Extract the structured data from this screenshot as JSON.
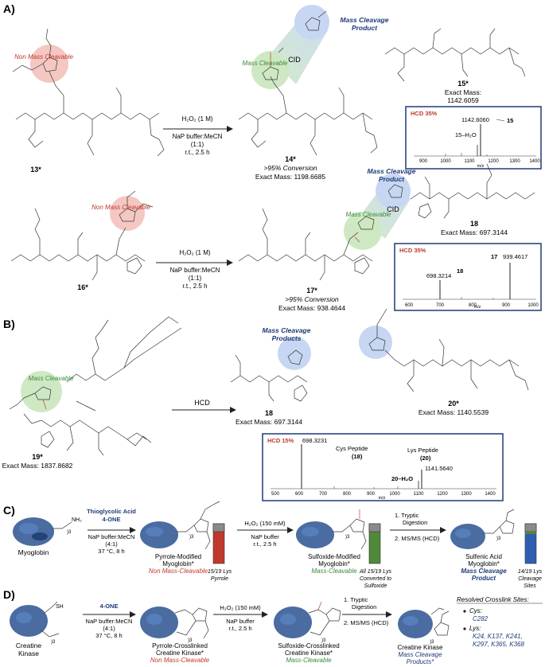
{
  "panels": {
    "A": {
      "label": "A)",
      "row1": {
        "left_tag": "Non Mass Cleavable",
        "left_id": "13*",
        "reagent1": "H₂O₂ (1 M)",
        "reagent2": "NaP buffer:MeCN",
        "reagent3": "(1:1)",
        "reagent4": "r.t., 2.5 h",
        "mid_tag": "Mass Cleavable",
        "cid": "CID",
        "prod_tag1": "Mass Cleavage",
        "prod_tag2": "Product",
        "mid_id": "14*",
        "mid_conv": ">95% Conversion",
        "mid_mass": "Exact Mass: 1198.6685",
        "right_id": "15*",
        "right_mass1": "Exact Mass:",
        "right_mass2": "1142.6059",
        "spectrum": {
          "title": "HCD 35%",
          "peak_label": "1142.6060",
          "peak_id": "15",
          "peak2_label": "15–H₂O",
          "xlabel": "m/z",
          "ticks": [
            "900",
            "1000",
            "1100",
            "1200",
            "1300",
            "1400"
          ]
        }
      },
      "row2": {
        "left_tag": "Non Mass Cleavable",
        "left_id": "16*",
        "reagent1": "H₂O₂ (1 M)",
        "reagent2": "NaP buffer:MeCN",
        "reagent3": "(1:1)",
        "reagent4": "r.t., 2.5 h",
        "mid_tag": "Mass Cleavable",
        "cid": "CID",
        "prod_tag1": "Mass Cleavage",
        "prod_tag2": "Product",
        "mid_id": "17*",
        "mid_conv": ">95% Conversion",
        "mid_mass": "Exact Mass: 938.4644",
        "right_id": "18",
        "right_mass": "Exact Mass: 697.3144",
        "spectrum": {
          "title": "HCD 35%",
          "peak_label": "939.4617",
          "peak_id": "17",
          "peak2_label": "698.3214",
          "peak2_id": "18",
          "xlabel": "m/z",
          "ticks": [
            "600",
            "700",
            "800",
            "900",
            "1000"
          ]
        }
      }
    },
    "B": {
      "label": "B)",
      "tag": "Mass Cleavable",
      "id": "19*",
      "mass": "Exact Mass: 1837.8682",
      "arrow": "HCD",
      "prod_tag1": "Mass Cleavage",
      "prod_tag2": "Products",
      "p1_id": "18",
      "p1_mass": "Exact Mass: 697.3144",
      "p2_id": "20*",
      "p2_mass": "Exact Mass: 1140.5539",
      "spectrum": {
        "title": "HCD 15%",
        "peak1": "698.3231",
        "peak1_lbl": "Cys Peptide",
        "peak1_id": "(18)",
        "peak2_lbl": "Lys Peptide",
        "peak2_id": "(20)",
        "peak2": "1141.5640",
        "peak3": "20–H₂O",
        "xlabel": "m/z",
        "ticks": [
          "500",
          "600",
          "700",
          "800",
          "900",
          "1000",
          "1100",
          "1200",
          "1300",
          "1400"
        ]
      }
    },
    "C": {
      "label": "C)",
      "start": "Myoglobin",
      "reagent_top1": "Thioglycolic Acid",
      "reagent_top2": "4-ONE",
      "reagent2": "NaP buffer:MeCN",
      "reagent3": "(4:1)",
      "reagent4": "37 °C, 8 h",
      "p1_name": "Pyrrole-Modified",
      "p1_name2": "Myoglobin*",
      "p1_tag": "Non Mass-Cleavable",
      "bar1_cap1": "15/19 Lys",
      "bar1_cap2": "Pyrrole",
      "ox1": "H₂O₂ (150 mM)",
      "ox2": "NaP buffer",
      "ox3": "r.t., 2.5 h",
      "p2_name": "Sulfoxide-Modified",
      "p2_name2": "Myoglobin*",
      "p2_tag": "Mass-Cleavable",
      "bar2_cap1": "All 15/19 Lys",
      "bar2_cap2": "Converted to",
      "bar2_cap3": "Sulfoxide",
      "step1": "1.  Tryptic",
      "step1b": "Digestion",
      "step2": "2.  MS/MS (HCD)",
      "p3_name": "Sulfenic Acid",
      "p3_name2": "Myoglobin*",
      "p3_tag1": "Mass Cleavage",
      "p3_tag2": "Product",
      "bar3_cap1": "14/19 Lys",
      "bar3_cap2": "Cleavage",
      "bar3_cap3": "Sites",
      "sub3": ")3",
      "nh2": "NH₂"
    },
    "D": {
      "label": "D)",
      "start1": "Creatine",
      "start2": "Kinase",
      "reagent_top": "4-ONE",
      "reagent2": "NaP buffer:MeCN",
      "reagent3": "(4:1)",
      "reagent4": "37 °C, 8 h",
      "p1_name": "Pyrrole-Crosslinked",
      "p1_name2": "Creatine Kinase*",
      "p1_tag": "Non Mass-Cleavable",
      "ox1": "H₂O₂ (150 mM)",
      "ox2": "NaP buffer",
      "ox3": "r.t., 2.5 h",
      "p2_name": "Sulfoxide-Crosslinked",
      "p2_name2": "Creatine Kinase*",
      "p2_tag": "Mass-Cleavable",
      "step1": "1.  Tryptic",
      "step1b": "Digestion",
      "step2": "2.  MS/MS (HCD)",
      "p3_name": "Creatine Kinase",
      "p3_tag1": "Mass Cleavage",
      "p3_tag2": "Products*",
      "sites_title": "Resolved Crosslink Sites:",
      "cys_label": "Cys:",
      "cys_sites": "C282",
      "lys_label": "Lys:",
      "lys_sites1": "K24, K137, K241,",
      "lys_sites2": "K297, K365, K368",
      "sh": "SH",
      "sub3": ")3"
    }
  },
  "colors": {
    "red_tag": "#c0392b",
    "green_tag": "#3a8a3a",
    "blue_tag": "#1f3a78",
    "red_circle": "#f4c7c3",
    "green_circle": "#cfe8c4",
    "blue_circle": "#c7d6f2",
    "bar_red": "#c0392b",
    "bar_green": "#4e8a3a",
    "bar_blue": "#2f5fb0",
    "bar_gray": "#8a8a8a"
  }
}
